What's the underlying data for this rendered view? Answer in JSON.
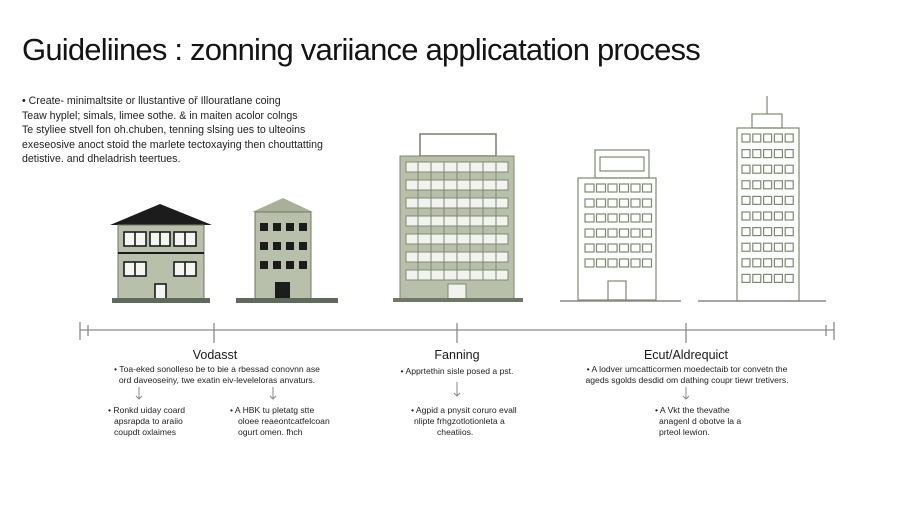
{
  "title": "Guideliines : zonning variiance  applicatation process",
  "intro_lines": [
    "• Create- minimaltsite or llustantive oř Illouratlane coing",
    "Teaw hyplel; simals, limee sothe. & in maiten acolor colngs",
    "Te styliee stvell fon oh.chuben, tenning slsing ues to ulteoins",
    "exeseosive anoct stoid the marlete tectoxaying then chouttatting",
    "detistive. and dheladrish teertues."
  ],
  "stages": [
    {
      "label": "Vodasst",
      "desc": [
        "• Toa-eked sonolleso be to bie a rbessad conovnn ase",
        "ord daveoseiny, twe exatin eiv-leveleloras anvaturs."
      ],
      "subs": [
        [
          "• Ronkd uiday coard",
          "apsrapda to araiio",
          "coupdt oxlaimes"
        ],
        [
          "• A HBK tu pletatg stte",
          "oloee reaeontcatfelcoan",
          "ogurt omen. fhch"
        ]
      ]
    },
    {
      "label": "Fanning",
      "desc": [
        "• Apprtethin sisle posed a pst."
      ],
      "subs": [
        [
          "• Agpid a pnysit coruro evall",
          "nlipte frhgzotlotionleta a",
          "cheatiios."
        ]
      ]
    },
    {
      "label": "Ecut/Aldrequict",
      "desc": [
        "• A lodver umcatticormen moedectaib tor convetn the",
        "ageds sgolds desdid om dathing coupr tiewr tretivers."
      ],
      "subs": [
        [
          "• A Vkt the thevathe",
          "anagenl d obotve la a",
          "prteol lewion."
        ]
      ]
    }
  ],
  "colors": {
    "building_fill": "#b8bfab",
    "building_stroke": "#7f8872",
    "roof": "#1c1c1c",
    "ground": "#5f6a5c",
    "timeline": "#8a8a8a"
  }
}
